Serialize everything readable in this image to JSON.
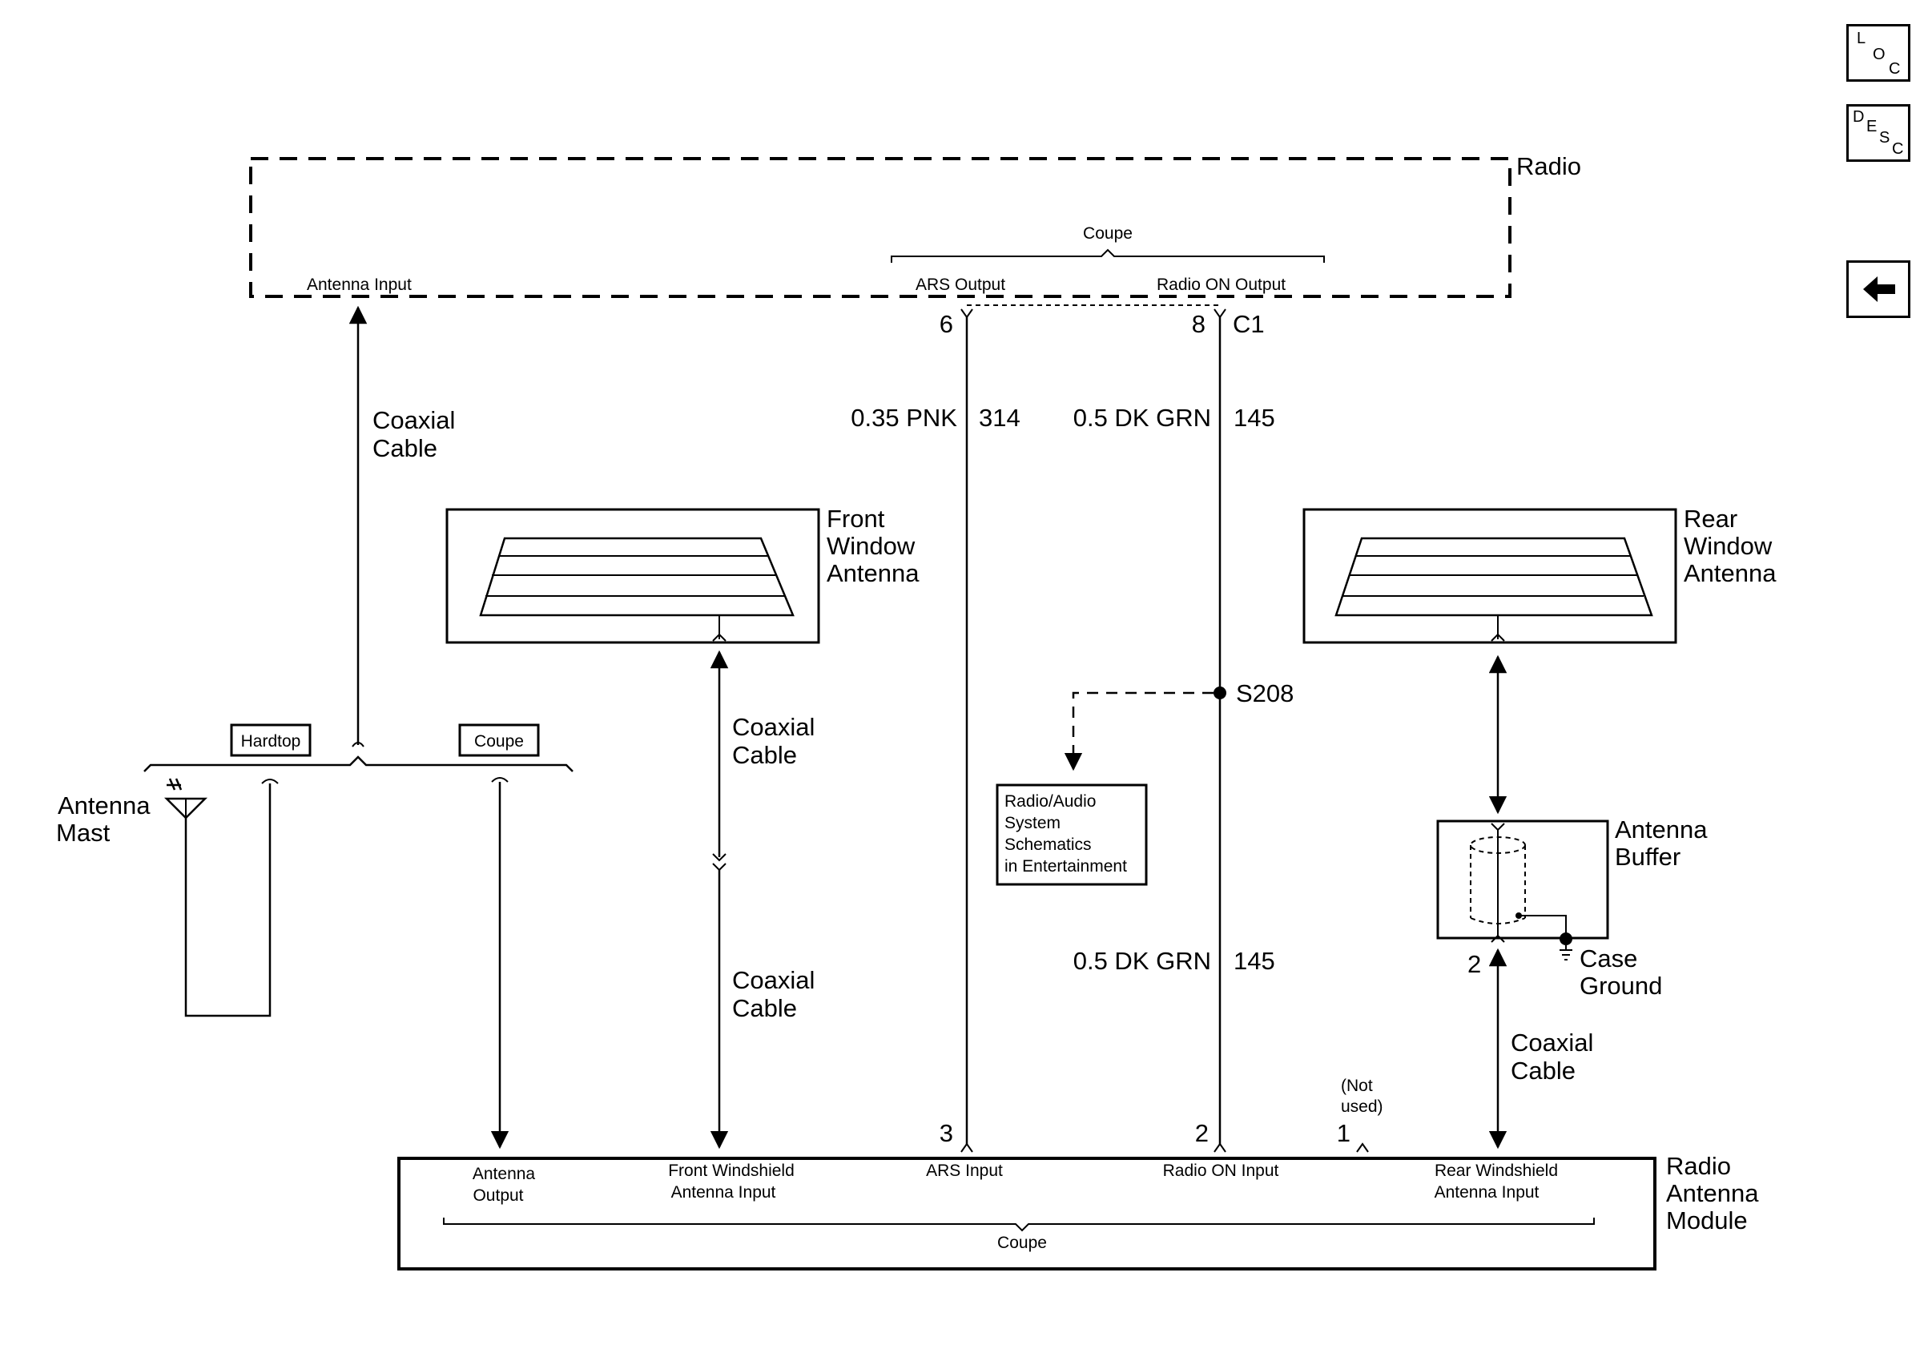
{
  "components": {
    "radio": "Radio",
    "radio_antenna_module": [
      "Radio",
      "Antenna",
      "Module"
    ],
    "front_window_antenna": [
      "Front",
      "Window",
      "Antenna"
    ],
    "rear_window_antenna": [
      "Rear",
      "Window",
      "Antenna"
    ],
    "antenna_buffer": [
      "Antenna",
      "Buffer"
    ],
    "antenna_mast": [
      "Antenna",
      "Mast"
    ],
    "case_ground": [
      "Case",
      "Ground"
    ]
  },
  "radio_pins": {
    "antenna_input": "Antenna Input",
    "ars_output": "ARS Output",
    "radio_on_output": "Radio ON Output",
    "coupe_bracket": "Coupe",
    "connector": "C1",
    "pin_ars": "6",
    "pin_radio_on": "8"
  },
  "module_pins": {
    "antenna_output": [
      "Antenna",
      "Output"
    ],
    "front_windshield_input": [
      "Front Windshield",
      "Antenna Input"
    ],
    "ars_input": "ARS Input",
    "radio_on_input": "Radio ON Input",
    "rear_windshield_input": [
      "Rear Windshield",
      "Antenna Input"
    ],
    "coupe_bracket": "Coupe",
    "pin_ars": "3",
    "pin_radio_on": "2",
    "pin_unused": "1",
    "not_used": [
      "(Not",
      "used)"
    ]
  },
  "wires": {
    "coax_label": [
      "Coaxial",
      "Cable"
    ],
    "ars_wire": {
      "size_color": "0.35 PNK",
      "circuit": "314"
    },
    "radio_on_wire": {
      "size_color": "0.5 DK GRN",
      "circuit": "145"
    },
    "radio_on_wire_lower": {
      "size_color": "0.5 DK GRN",
      "circuit": "145"
    }
  },
  "splice": {
    "id": "S208",
    "reference": [
      "Radio/Audio",
      "System",
      "Schematics",
      "in Entertainment"
    ]
  },
  "options": {
    "hardtop": "Hardtop",
    "coupe": "Coupe"
  },
  "buffer_pin": "2",
  "nav": {
    "loc": {
      "a": "L",
      "b": "O",
      "c": "C"
    },
    "desc": {
      "a": "D",
      "b": "E",
      "c": "S",
      "d": "C"
    },
    "back_icon": "left-arrow-icon"
  }
}
